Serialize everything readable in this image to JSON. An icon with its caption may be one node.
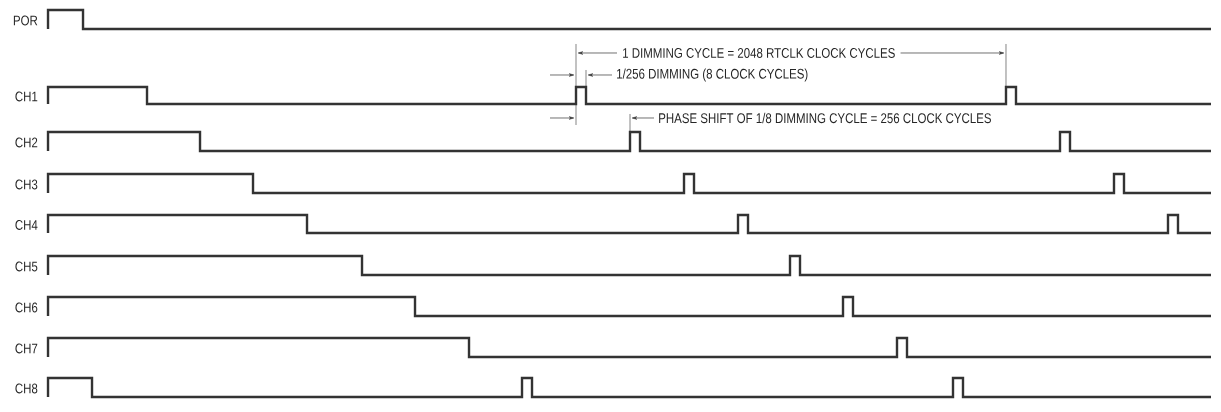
{
  "diagram": {
    "labels": [
      "POR",
      "CH1",
      "CH2",
      "CH3",
      "CH4",
      "CH5",
      "CH6",
      "CH7",
      "CH8",
      "1 DIMMING CYCLE = 2048 RTCLK CLOCK CYCLES",
      "1/256 DIMMING (8 CLOCK CYCLES)",
      "PHASE SHIFT OF 1/8 DIMMING CYCLE = 256 CLOCK CYCLES"
    ]
  }
}
